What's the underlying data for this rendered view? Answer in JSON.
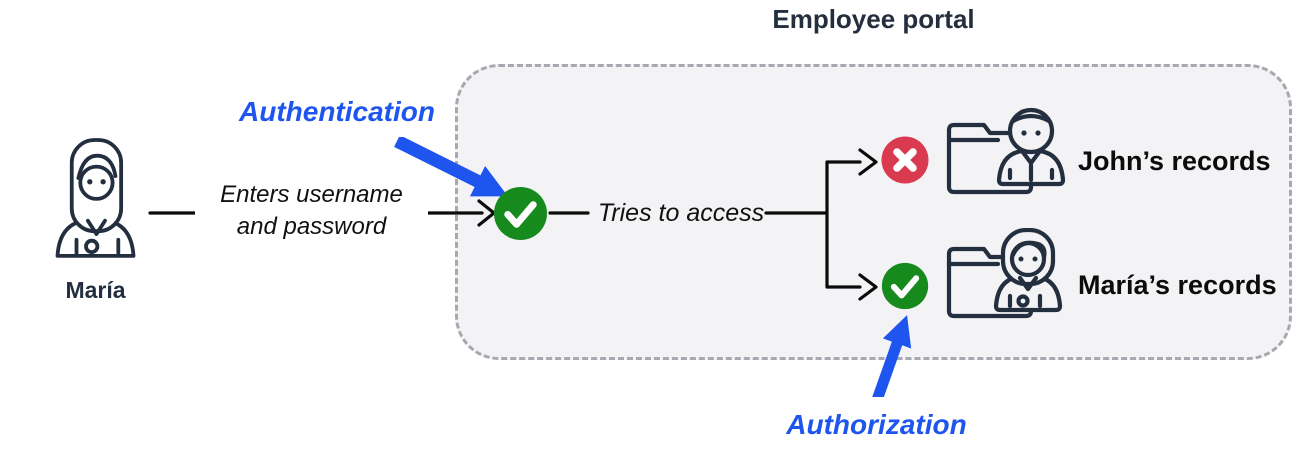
{
  "title": "Employee portal",
  "colors": {
    "ink": "#232f3e",
    "text": "#111111",
    "blue": "#1d55ee",
    "green": "#178a1e",
    "red": "#d93a50",
    "connector": "#0b0b0b",
    "portal_fill": "#f3f3f5",
    "portal_border": "#a8a8b0",
    "label_bg": "#ffffff"
  },
  "actor": {
    "name": "María",
    "icon": "woman-user-icon",
    "action": "Enters username\nand password"
  },
  "flow": {
    "tries_label": "Tries to access",
    "checkpoint_icon": "check-icon"
  },
  "annotations": {
    "authentication": "Authentication",
    "authorization": "Authorization"
  },
  "outcomes": [
    {
      "status": "denied",
      "status_icon": "cross-icon",
      "folder_icon": "folder-man-icon",
      "label": "John’s records"
    },
    {
      "status": "allowed",
      "status_icon": "check-icon",
      "folder_icon": "folder-woman-icon",
      "label": "María’s records"
    }
  ]
}
